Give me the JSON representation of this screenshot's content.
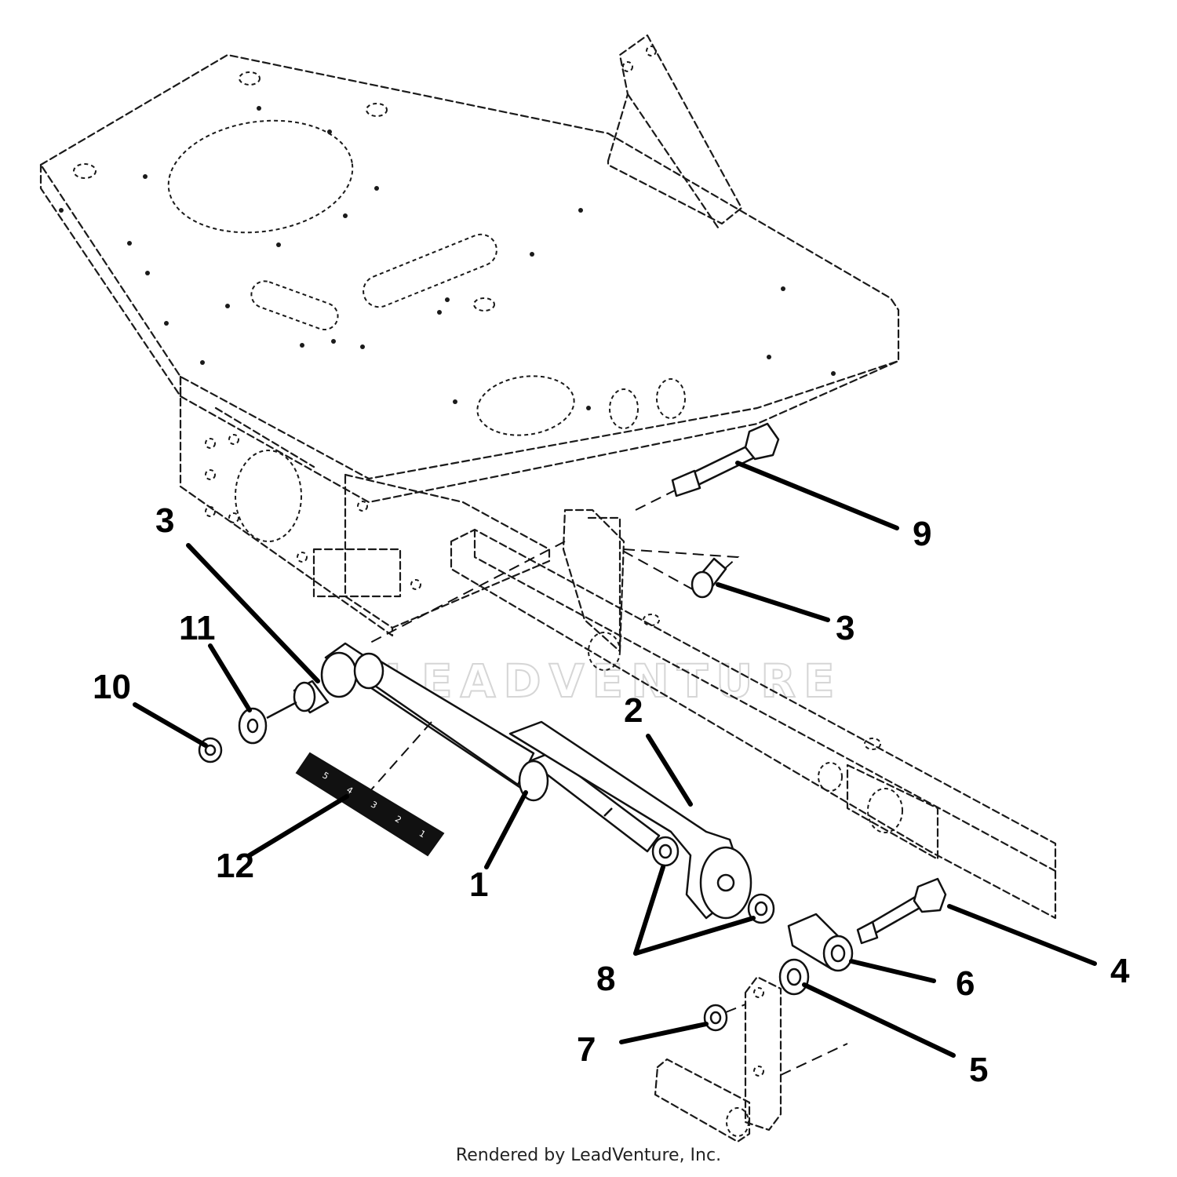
{
  "diagram": {
    "watermark_text": "LEADVENTURE",
    "credit": "Rendered by LeadVenture, Inc.",
    "callouts": [
      "1",
      "2",
      "3",
      "3",
      "4",
      "5",
      "6",
      "7",
      "8",
      "9",
      "10",
      "11",
      "12"
    ],
    "decal_scale": [
      "5",
      "4",
      "3",
      "2",
      "1"
    ]
  }
}
